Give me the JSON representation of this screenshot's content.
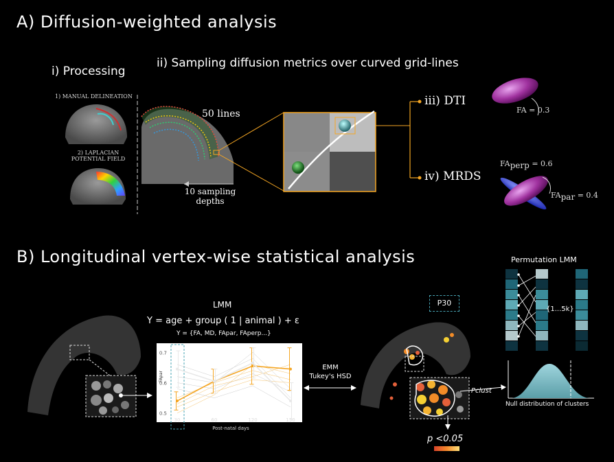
{
  "section_a": {
    "title": "A) Diffusion-weighted analysis",
    "processing": {
      "title": "i) Processing",
      "step1": "1) MANUAL DELINEATION",
      "step2_line1": "2) LAPLACIAN",
      "step2_line2": "POTENTIAL FIELD"
    },
    "sampling": {
      "title": "ii) Sampling diffusion metrics over curved grid-lines",
      "lines_label": "50 lines",
      "depths_line1": "10 sampling",
      "depths_line2": "depths"
    },
    "dti": {
      "label": "iii) DTI",
      "fa": "FA = 0.3"
    },
    "mrds": {
      "label": "iv) MRDS",
      "fa_perp_base": "FA",
      "fa_perp_sub": "perp",
      "fa_perp_val": " = 0.6",
      "fa_par_base": "FA",
      "fa_par_sub": "par",
      "fa_par_val": " = 0.4"
    }
  },
  "section_b": {
    "title": "B) Longitudinal vertex-wise statistical analysis",
    "lmm": {
      "title": "LMM",
      "formula": "Y = age + group ( 1 | animal ) + ε",
      "y_def": "Y = {FA, MD, FApar, FAperp...}"
    },
    "emm": {
      "line1": "EMM",
      "line2": "Tukey's HSD"
    },
    "p30": "P30",
    "pclust": "Pclust",
    "pval": "p <0.05",
    "permutation": {
      "title": "Permutation LMM",
      "range": "{1...5k}"
    },
    "null_dist": "Null distribution of clusters"
  },
  "chart_data": {
    "type": "line",
    "xlabel": "Post-natal days",
    "ylabel": "FApar",
    "x": [
      30,
      60,
      120,
      150
    ],
    "x_ticks": [
      "30",
      "60",
      "120",
      "150"
    ],
    "y_ticks": [
      "0.7",
      "0.6",
      "0.5"
    ],
    "ylim": [
      0.47,
      0.73
    ],
    "highlight_x": 30,
    "series": [
      {
        "color": "#f5a623",
        "values": [
          0.54,
          0.605,
          0.655,
          0.645
        ],
        "err": [
          0.03,
          0.04,
          0.06,
          0.07
        ]
      },
      {
        "color": "#e8e8e8",
        "values": [
          0.645,
          0.605,
          0.665,
          0.54
        ],
        "err": [
          0.06,
          0.04,
          0.05,
          0.06
        ]
      }
    ]
  }
}
